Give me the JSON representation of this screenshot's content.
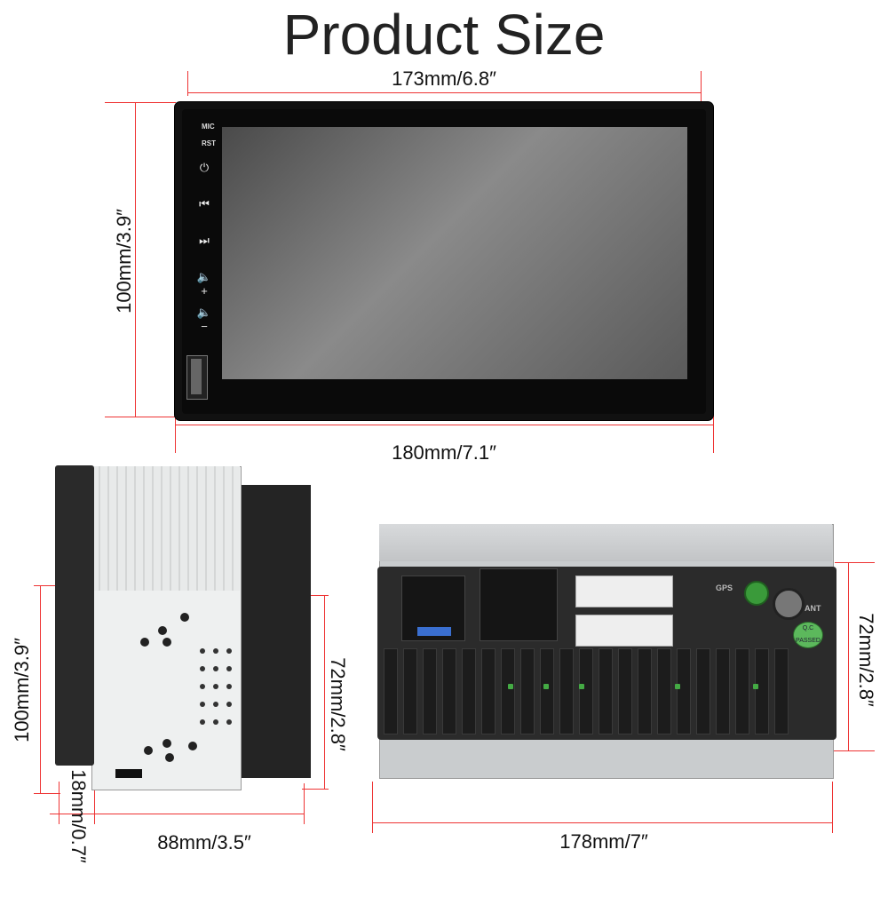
{
  "title": "Product Size",
  "front_view": {
    "top_width": "173mm/6.8″",
    "height": "100mm/3.9″",
    "bottom_width": "180mm/7.1″",
    "buttons": [
      {
        "label": "MIC",
        "icon": null
      },
      {
        "label": "RST",
        "icon": null
      },
      {
        "label": null,
        "icon": "power-icon"
      },
      {
        "label": null,
        "icon": "previous-track-icon"
      },
      {
        "label": null,
        "icon": "next-track-icon"
      },
      {
        "label": null,
        "icon": "volume-up-icon"
      },
      {
        "label": null,
        "icon": "volume-down-icon"
      }
    ],
    "usb_icon": "usb-port-icon"
  },
  "side_view": {
    "height": "100mm/3.9″",
    "rear_height": "72mm/2.8″",
    "depth": "88mm/3.5″",
    "bezel_depth": "18mm/0.7″"
  },
  "back_view": {
    "height": "72mm/2.8″",
    "width": "178mm/7″",
    "gps_label": "GPS",
    "ant_label": "ANT",
    "rated_label": "Q.C PASSED"
  },
  "colors": {
    "dimension_line": "#e33333",
    "bezel": "#111111",
    "screen": "#6a6a6a"
  }
}
